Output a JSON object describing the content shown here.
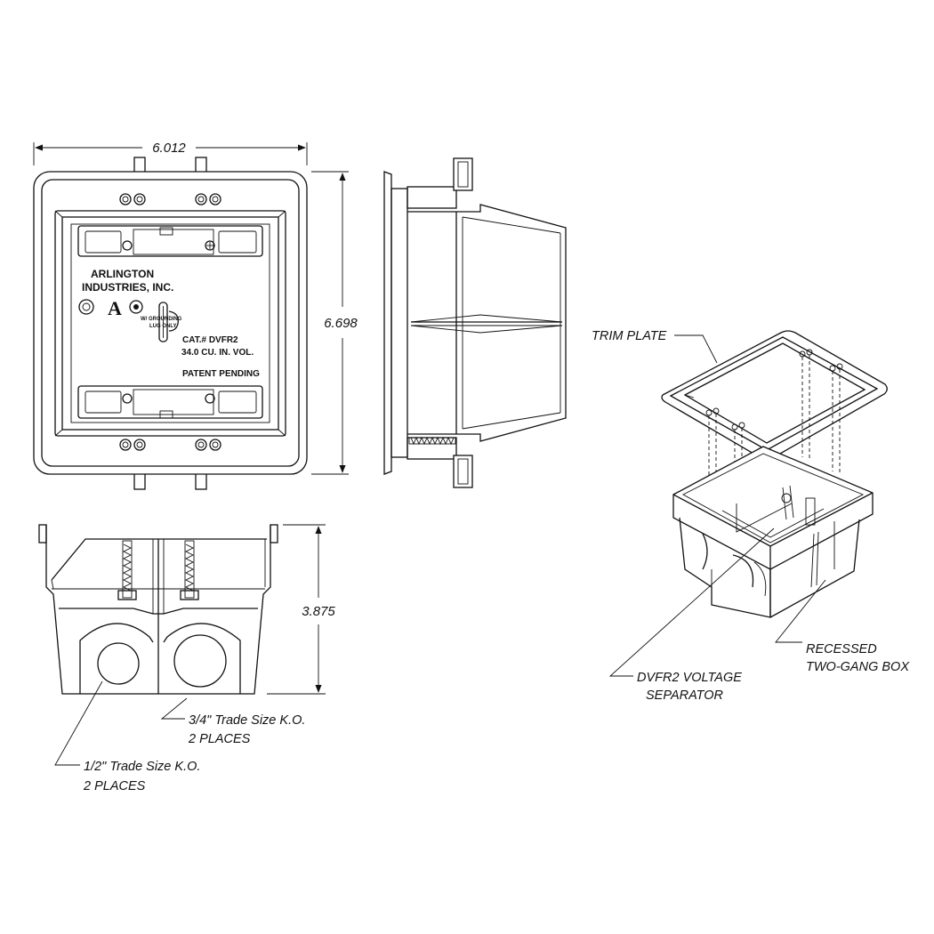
{
  "dimensions": {
    "width": "6.012",
    "height": "6.698",
    "depth": "3.875"
  },
  "box_label": {
    "manufacturer_line1": "ARLINGTON",
    "manufacturer_line2": "INDUSTRIES, INC.",
    "grounding_line1": "W/ GROUNDING",
    "grounding_line2": "LUG ONLY",
    "cat_number": "CAT.# DVFR2",
    "volume": "34.0  CU. IN. VOL.",
    "patent": "PATENT PENDING",
    "logo_mark": "A"
  },
  "callouts": {
    "trim_plate": "TRIM PLATE",
    "recessed_line1": "RECESSED",
    "recessed_line2": "TWO-GANG BOX",
    "separator_line1": "DVFR2 VOLTAGE",
    "separator_line2": "SEPARATOR",
    "ko_34_line1": "3/4\" Trade Size K.O.",
    "ko_34_line2": "2 PLACES",
    "ko_12_line1": "1/2\" Trade Size K.O.",
    "ko_12_line2": "2 PLACES"
  }
}
